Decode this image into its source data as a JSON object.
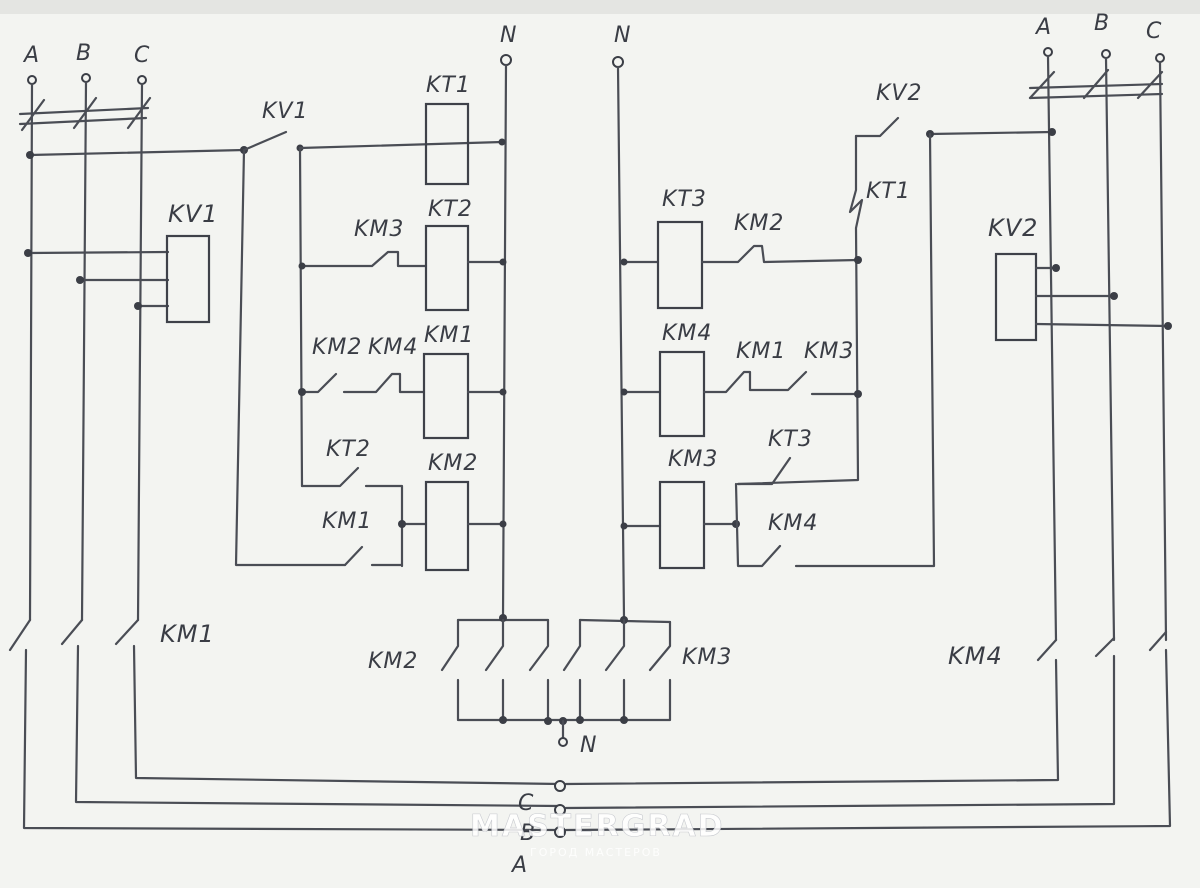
{
  "labels": {
    "left_phase_a": "A",
    "left_phase_b": "B",
    "left_phase_c": "C",
    "right_phase_a": "A",
    "right_phase_b": "B",
    "right_phase_c": "C",
    "neutral_left": "N",
    "neutral_right": "N",
    "kv1_contact": "KV1",
    "kv1_relay": "KV1",
    "kt1_coil": "KT1",
    "kt2_coil": "KT2",
    "km1_coil": "KM1",
    "km2_coil": "KM2",
    "km3_contact_left": "KM3",
    "km2_contact_left": "KM2",
    "km4_contact_left": "KM4",
    "kt2_contact": "KT2",
    "km1_contact_left": "KM1",
    "kv2_contact": "KV2",
    "kt1_contact": "KT1",
    "kt3_coil": "KT3",
    "km2_contact_right": "KM2",
    "km4_coil": "KM4",
    "km1_contact_right": "KM1",
    "km3_contact_right": "KM3",
    "km3_coil": "KM3",
    "kt3_contact": "KT3",
    "km4_contact_right": "KM4",
    "kv2_relay": "KV2",
    "km1_main": "KM1",
    "km4_main": "KM4",
    "km2_main": "KM2",
    "km3_main": "KM3",
    "output_n": "N",
    "output_c": "C",
    "output_b": "B",
    "output_a": "A"
  },
  "watermark": {
    "title": "MASTERGRAD",
    "subtitle": "ГОРОД МАСТЕРОВ"
  }
}
